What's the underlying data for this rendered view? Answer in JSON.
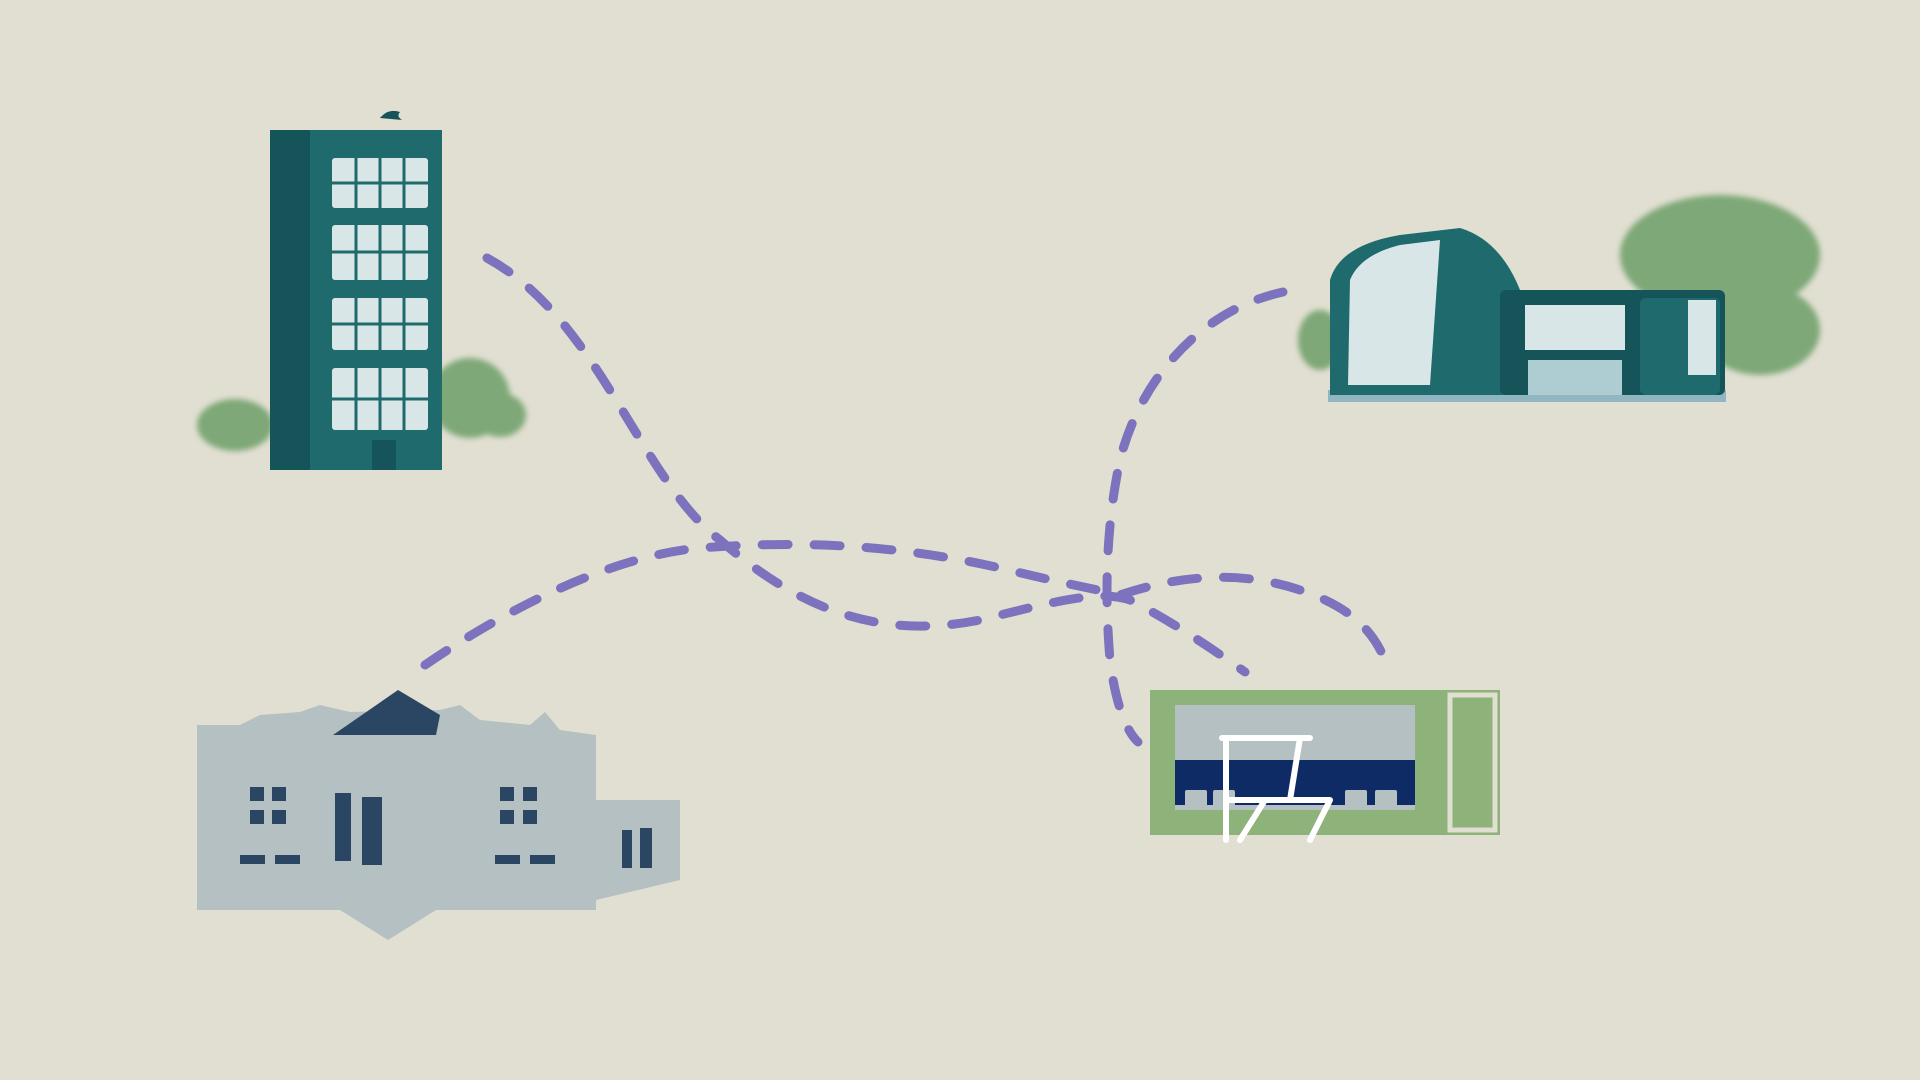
{
  "colors": {
    "background": "#e1dfd1",
    "route": "#7d72bd",
    "teal_dark": "#15555a",
    "teal_mid": "#1e6a6c",
    "window_light": "#d9e6e8",
    "foliage": "#7ea877",
    "civic_grey": "#b4c0c2",
    "civic_navy": "#2b4663",
    "screen_green": "#8db27a",
    "screen_navy": "#0f2b66",
    "white": "#ffffff"
  },
  "locations": [
    {
      "name": "tower-building",
      "icon": "apartment-tower-icon"
    },
    {
      "name": "modern-pavilion",
      "icon": "modern-building-icon"
    },
    {
      "name": "civic-building",
      "icon": "classical-building-icon"
    },
    {
      "name": "shop-display",
      "icon": "display-screen-icon"
    }
  ],
  "routes": [
    {
      "from": "tower-building",
      "to": "shop-display"
    },
    {
      "from": "civic-building",
      "to": "shop-display"
    },
    {
      "from": "modern-pavilion",
      "to": "shop-display"
    }
  ]
}
